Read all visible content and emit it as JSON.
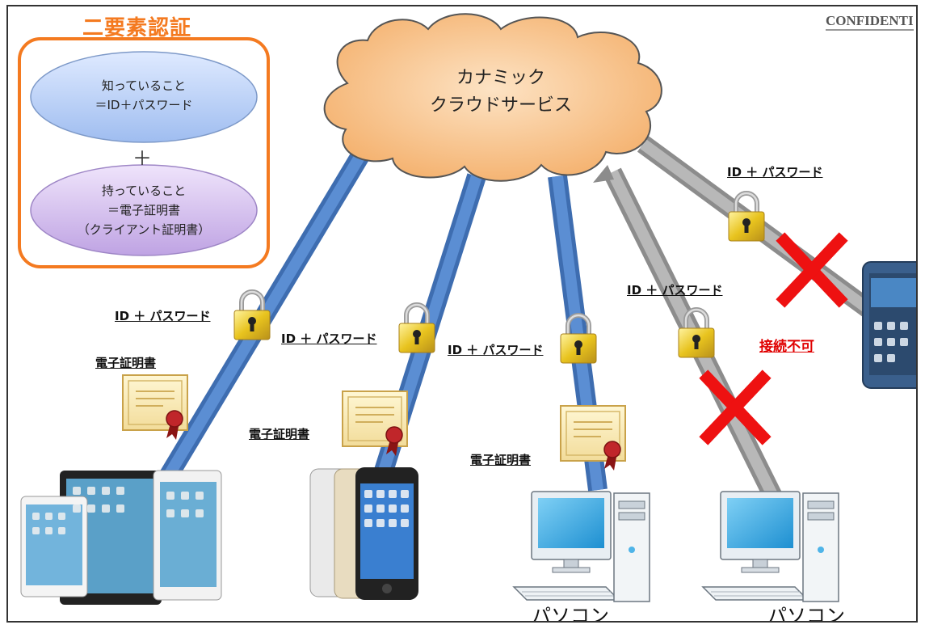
{
  "header": {
    "title": "二要素認証",
    "confidential": "CONFIDENTI"
  },
  "factors": {
    "know_line1": "知っていること",
    "know_line2": "＝ID＋パスワード",
    "plus": "＋",
    "have_line1": "持っていること",
    "have_line2": "＝電子証明書",
    "have_line3": "（クライアント証明書）"
  },
  "cloud": {
    "line1": "カナミック",
    "line2": "クラウドサービス"
  },
  "labels": {
    "id_password": "ID ＋ パスワード",
    "certificate": "電子証明書",
    "no_connection": "接続不可",
    "pc": "パソコン"
  },
  "colors": {
    "orange": "#f47a20",
    "blue_pipe": "#4a7bc0",
    "gray_pipe": "#a8a8a8",
    "red": "#e00000",
    "cloud_fill": "#f7c48f",
    "lock_gold": "#e8c31e"
  }
}
